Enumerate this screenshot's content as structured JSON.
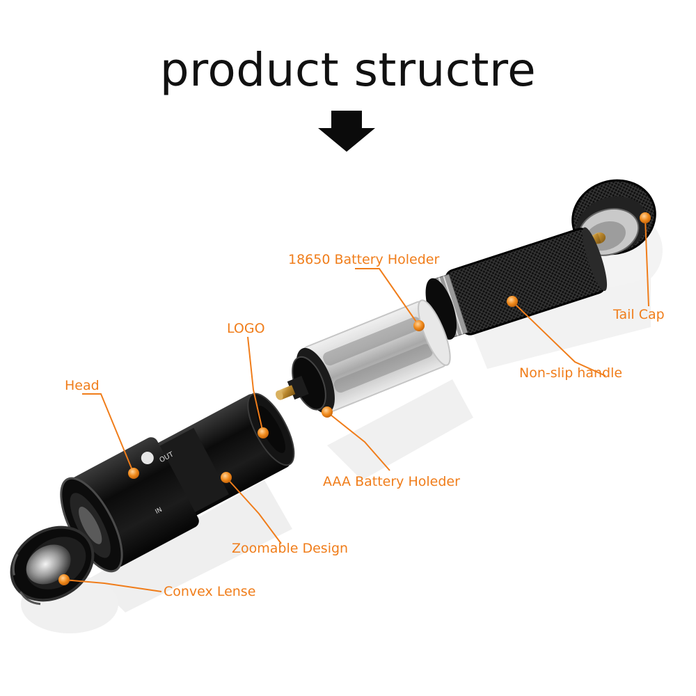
{
  "title": "product structre",
  "accent_color": "#f07d1a",
  "labels": {
    "battery_18650": "18650 Battery Holeder",
    "logo": "LOGO",
    "tail_cap": "Tail Cap",
    "head": "Head",
    "non_slip_handle": "Non-slip handle",
    "aaa_battery": "AAA Battery Holeder",
    "zoomable_design": "Zoomable Design",
    "convex_lense": "Convex Lense"
  },
  "icons": {
    "title_arrow": "down-arrow-icon"
  }
}
